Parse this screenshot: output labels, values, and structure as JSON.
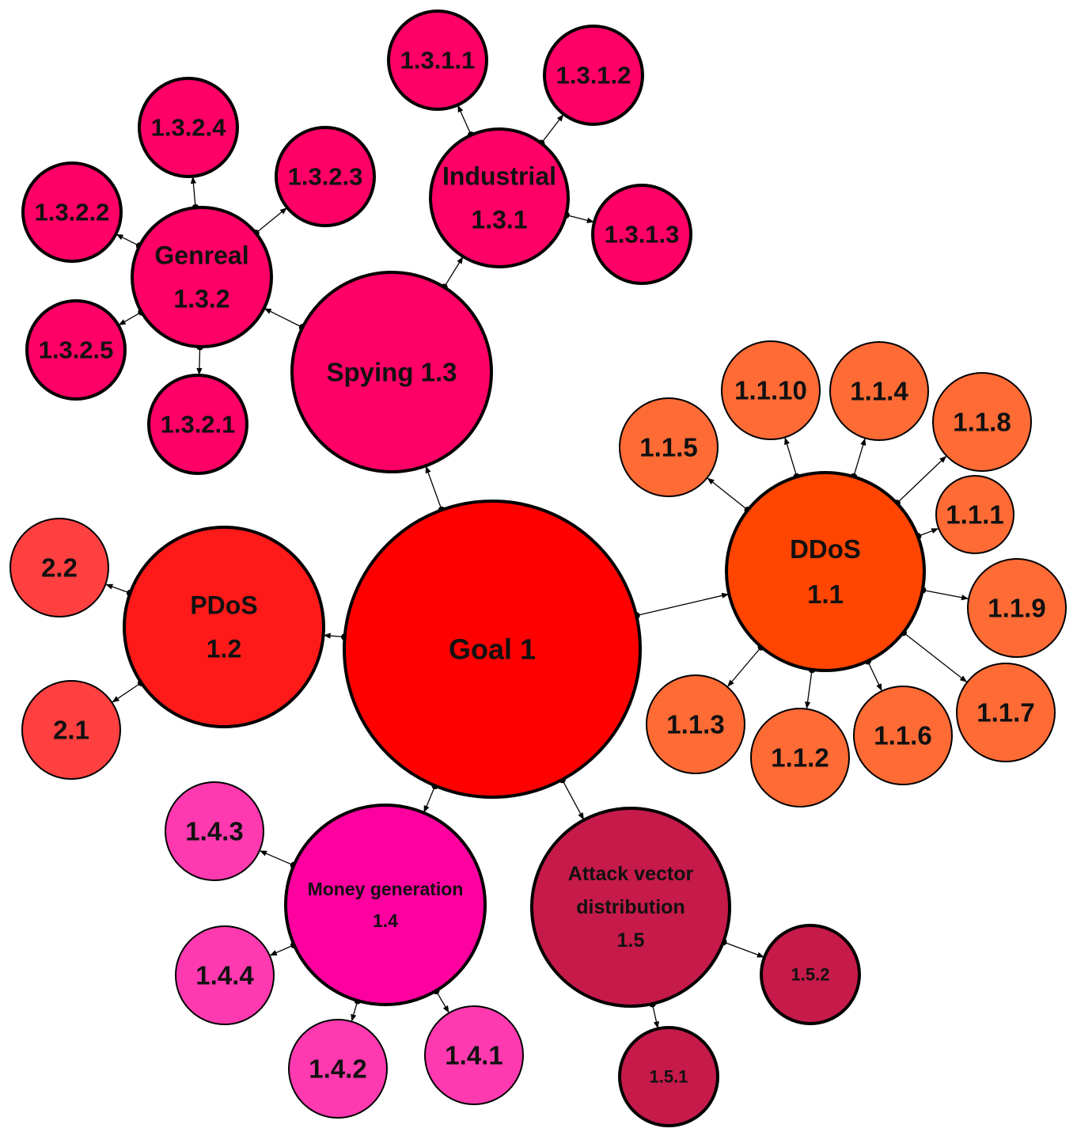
{
  "colors": {
    "goal": "#FF0000",
    "ddos": "#FF4500",
    "ddos_leaf": "#FF6B35",
    "pdos": "#FF1A1A",
    "pdos_leaf": "#FF4040",
    "spying": "#FF0066",
    "spying_leaf": "#FF0066",
    "money": "#FF00A0",
    "money_leaf": "#FF3AB0",
    "attack": "#C51A4A",
    "stroke": "#000000"
  },
  "nodes": [
    {
      "id": "goal-1",
      "lines": [
        "Goal 1"
      ],
      "color": "goal"
    },
    {
      "id": "ddos-1-1",
      "lines": [
        "DDoS",
        "1.1"
      ],
      "color": "ddos"
    },
    {
      "id": "pdos-1-2",
      "lines": [
        "PDoS",
        "1.2"
      ],
      "color": "pdos"
    },
    {
      "id": "spying-1-3",
      "lines": [
        "Spying 1.3"
      ],
      "color": "spying"
    },
    {
      "id": "money-generation-1-4",
      "lines": [
        "Money generation",
        "1.4"
      ],
      "color": "money"
    },
    {
      "id": "attack-vector-distribution-1-5",
      "lines": [
        "Attack vector",
        "distribution",
        "1.5"
      ],
      "color": "attack"
    },
    {
      "id": "industrial-1-3-1",
      "lines": [
        "Industrial",
        "1.3.1"
      ],
      "color": "spying"
    },
    {
      "id": "genreal-1-3-2",
      "lines": [
        "Genreal",
        "1.3.2"
      ],
      "color": "spying"
    },
    {
      "id": "node-1-3-1-1",
      "lines": [
        "1.3.1.1"
      ],
      "color": "spying_leaf"
    },
    {
      "id": "node-1-3-1-2",
      "lines": [
        "1.3.1.2"
      ],
      "color": "spying_leaf"
    },
    {
      "id": "node-1-3-1-3",
      "lines": [
        "1.3.1.3"
      ],
      "color": "spying_leaf"
    },
    {
      "id": "node-1-3-2-1",
      "lines": [
        "1.3.2.1"
      ],
      "color": "spying_leaf"
    },
    {
      "id": "node-1-3-2-2",
      "lines": [
        "1.3.2.2"
      ],
      "color": "spying_leaf"
    },
    {
      "id": "node-1-3-2-3",
      "lines": [
        "1.3.2.3"
      ],
      "color": "spying_leaf"
    },
    {
      "id": "node-1-3-2-4",
      "lines": [
        "1.3.2.4"
      ],
      "color": "spying_leaf"
    },
    {
      "id": "node-1-3-2-5",
      "lines": [
        "1.3.2.5"
      ],
      "color": "spying_leaf"
    },
    {
      "id": "node-1-1-1",
      "lines": [
        "1.1.1"
      ],
      "color": "ddos_leaf"
    },
    {
      "id": "node-1-1-2",
      "lines": [
        "1.1.2"
      ],
      "color": "ddos_leaf"
    },
    {
      "id": "node-1-1-3",
      "lines": [
        "1.1.3"
      ],
      "color": "ddos_leaf"
    },
    {
      "id": "node-1-1-4",
      "lines": [
        "1.1.4"
      ],
      "color": "ddos_leaf"
    },
    {
      "id": "node-1-1-5",
      "lines": [
        "1.1.5"
      ],
      "color": "ddos_leaf"
    },
    {
      "id": "node-1-1-6",
      "lines": [
        "1.1.6"
      ],
      "color": "ddos_leaf"
    },
    {
      "id": "node-1-1-7",
      "lines": [
        "1.1.7"
      ],
      "color": "ddos_leaf"
    },
    {
      "id": "node-1-1-8",
      "lines": [
        "1.1.8"
      ],
      "color": "ddos_leaf"
    },
    {
      "id": "node-1-1-9",
      "lines": [
        "1.1.9"
      ],
      "color": "ddos_leaf"
    },
    {
      "id": "node-1-1-10",
      "lines": [
        "1.1.10"
      ],
      "color": "ddos_leaf"
    },
    {
      "id": "node-2-1",
      "lines": [
        "2.1"
      ],
      "color": "pdos_leaf"
    },
    {
      "id": "node-2-2",
      "lines": [
        "2.2"
      ],
      "color": "pdos_leaf"
    },
    {
      "id": "node-1-4-1",
      "lines": [
        "1.4.1"
      ],
      "color": "money_leaf"
    },
    {
      "id": "node-1-4-2",
      "lines": [
        "1.4.2"
      ],
      "color": "money_leaf"
    },
    {
      "id": "node-1-4-3",
      "lines": [
        "1.4.3"
      ],
      "color": "money_leaf"
    },
    {
      "id": "node-1-4-4",
      "lines": [
        "1.4.4"
      ],
      "color": "money_leaf"
    },
    {
      "id": "node-1-5-1",
      "lines": [
        "1.5.1"
      ],
      "color": "attack"
    },
    {
      "id": "node-1-5-2",
      "lines": [
        "1.5.2"
      ],
      "color": "attack"
    }
  ],
  "edges": [
    {
      "from": "goal-1",
      "to": "ddos-1-1"
    },
    {
      "from": "goal-1",
      "to": "pdos-1-2"
    },
    {
      "from": "goal-1",
      "to": "spying-1-3"
    },
    {
      "from": "goal-1",
      "to": "money-generation-1-4"
    },
    {
      "from": "goal-1",
      "to": "attack-vector-distribution-1-5"
    },
    {
      "from": "spying-1-3",
      "to": "industrial-1-3-1"
    },
    {
      "from": "spying-1-3",
      "to": "genreal-1-3-2"
    },
    {
      "from": "industrial-1-3-1",
      "to": "node-1-3-1-1"
    },
    {
      "from": "industrial-1-3-1",
      "to": "node-1-3-1-2"
    },
    {
      "from": "industrial-1-3-1",
      "to": "node-1-3-1-3"
    },
    {
      "from": "genreal-1-3-2",
      "to": "node-1-3-2-1"
    },
    {
      "from": "genreal-1-3-2",
      "to": "node-1-3-2-2"
    },
    {
      "from": "genreal-1-3-2",
      "to": "node-1-3-2-3"
    },
    {
      "from": "genreal-1-3-2",
      "to": "node-1-3-2-4"
    },
    {
      "from": "genreal-1-3-2",
      "to": "node-1-3-2-5"
    },
    {
      "from": "ddos-1-1",
      "to": "node-1-1-1"
    },
    {
      "from": "ddos-1-1",
      "to": "node-1-1-2"
    },
    {
      "from": "ddos-1-1",
      "to": "node-1-1-3"
    },
    {
      "from": "ddos-1-1",
      "to": "node-1-1-4"
    },
    {
      "from": "ddos-1-1",
      "to": "node-1-1-5"
    },
    {
      "from": "ddos-1-1",
      "to": "node-1-1-6"
    },
    {
      "from": "ddos-1-1",
      "to": "node-1-1-7"
    },
    {
      "from": "ddos-1-1",
      "to": "node-1-1-8"
    },
    {
      "from": "ddos-1-1",
      "to": "node-1-1-9"
    },
    {
      "from": "ddos-1-1",
      "to": "node-1-1-10"
    },
    {
      "from": "pdos-1-2",
      "to": "node-2-1"
    },
    {
      "from": "pdos-1-2",
      "to": "node-2-2"
    },
    {
      "from": "money-generation-1-4",
      "to": "node-1-4-1"
    },
    {
      "from": "money-generation-1-4",
      "to": "node-1-4-2"
    },
    {
      "from": "money-generation-1-4",
      "to": "node-1-4-3"
    },
    {
      "from": "money-generation-1-4",
      "to": "node-1-4-4"
    },
    {
      "from": "attack-vector-distribution-1-5",
      "to": "node-1-5-1"
    },
    {
      "from": "attack-vector-distribution-1-5",
      "to": "node-1-5-2"
    }
  ]
}
